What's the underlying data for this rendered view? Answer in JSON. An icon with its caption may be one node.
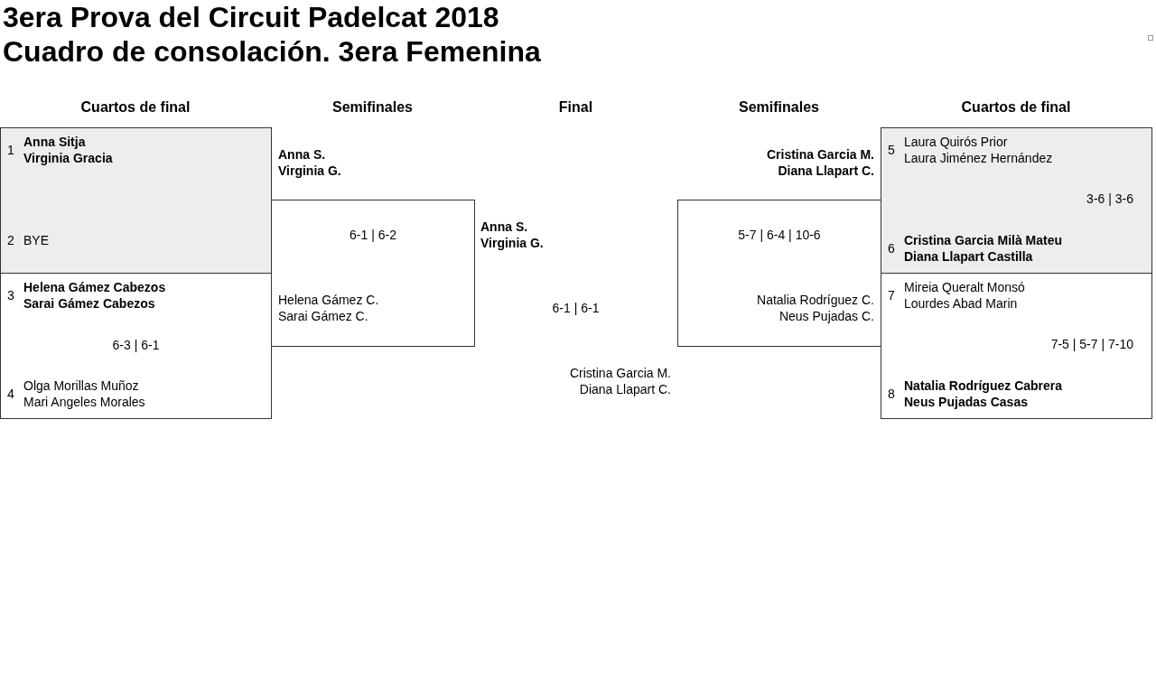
{
  "diagram": {
    "title": "3era Prova del Circuit Padelcat 2018 Cuadro de consolación. 3era Femenina",
    "nodes": [
      {
        "text": [
          "1",
          "Anna Sitja",
          "Virginia Gracia",
          "2",
          "BYE"
        ]
      },
      {
        "text": [
          "3",
          "Helena Gámez Cabezos",
          "Sarai Gámez Cabezos",
          "6-3 | 6-1",
          "4",
          "Olga Morillas Muñoz",
          "Mari Angeles Morales"
        ]
      },
      {
        "text": [
          "Anna S.",
          "Virginia G.",
          "6-1 | 6-2",
          "Helena Gámez C.",
          "Sarai Gámez C."
        ]
      },
      {
        "text": [
          "Anna S.",
          "Virginia G.",
          "6-1 | 6-1",
          "Cristina Garcia M.",
          "Diana Llapart C."
        ]
      },
      {
        "text": [
          "Cristina Garcia M.",
          "Diana Llapart C.",
          "5-7 | 6-4 | 10-6",
          "Natalia Rodríguez C.",
          "Neus Pujadas C."
        ]
      },
      {
        "text": [
          "5",
          "Laura Quirós Prior",
          "Laura Jiménez Hernández",
          "3-6 | 3-6",
          "6",
          "Cristina Garcia Milà Mateu",
          "Diana Llapart Castilla"
        ]
      },
      {
        "text": [
          "7",
          "Mireia Queralt Monsó",
          "Lourdes Abad Marin",
          "7-5 | 5-7 | 7-10",
          "8",
          "Natalia Rodríguez Cabrera",
          "Neus Pujadas Casas"
        ]
      }
    ],
    "labels": [
      "Cuartos de final",
      "Semifinales",
      "Final",
      "Semifinales",
      "Cuartos de final"
    ]
  }
}
